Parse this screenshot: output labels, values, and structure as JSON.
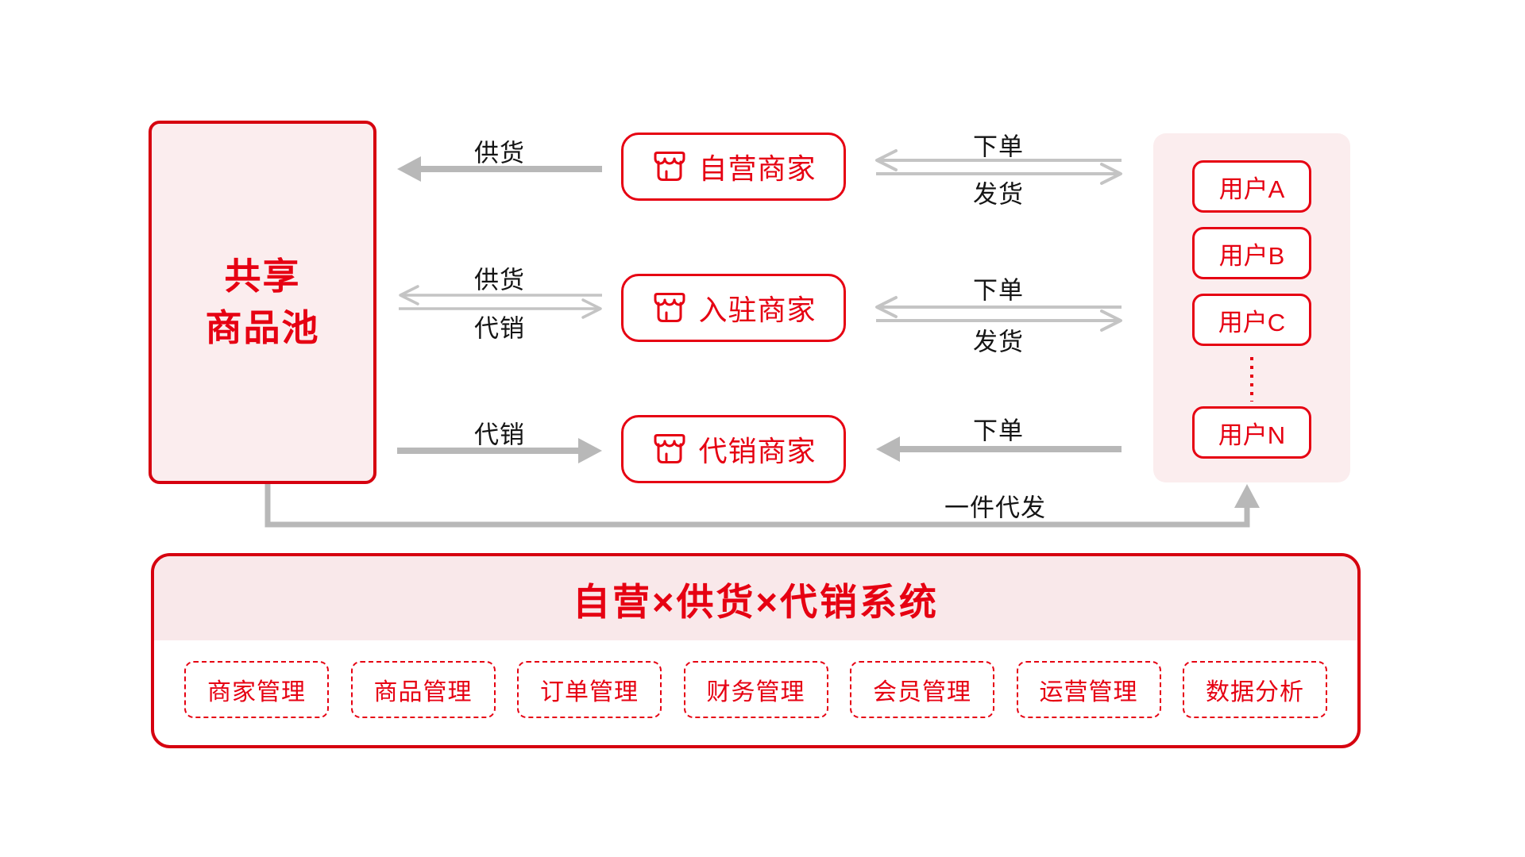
{
  "pool": {
    "title_line1": "共享",
    "title_line2": "商品池"
  },
  "merchants": [
    {
      "label": "自营商家",
      "icon": "storefront-icon"
    },
    {
      "label": "入驻商家",
      "icon": "storefront-icon"
    },
    {
      "label": "代销商家",
      "icon": "storefront-icon"
    }
  ],
  "users": {
    "items": [
      "用户A",
      "用户B",
      "用户C",
      "用户N"
    ],
    "ellipsis": "dotted-line"
  },
  "flows": {
    "row1_left": "供货",
    "row2_left_top": "供货",
    "row2_left_bottom": "代销",
    "row3_left": "代销",
    "row1_right_top": "下单",
    "row1_right_bottom": "发货",
    "row2_right_top": "下单",
    "row2_right_bottom": "发货",
    "row3_right": "下单",
    "dropship": "一件代发"
  },
  "system": {
    "title": "自营×供货×代销系统",
    "modules": [
      "商家管理",
      "商品管理",
      "订单管理",
      "财务管理",
      "会员管理",
      "运营管理",
      "数据分析"
    ]
  },
  "colors": {
    "red_accent": "#E60012",
    "red_border_dark": "#D6000F",
    "pink_fill": "#FBEDEE",
    "pink_band": "#F9E8EA",
    "arrow_gray_thick": "#B8B8B8",
    "arrow_gray_thin": "#C4C4C4",
    "label_black": "#151515"
  }
}
